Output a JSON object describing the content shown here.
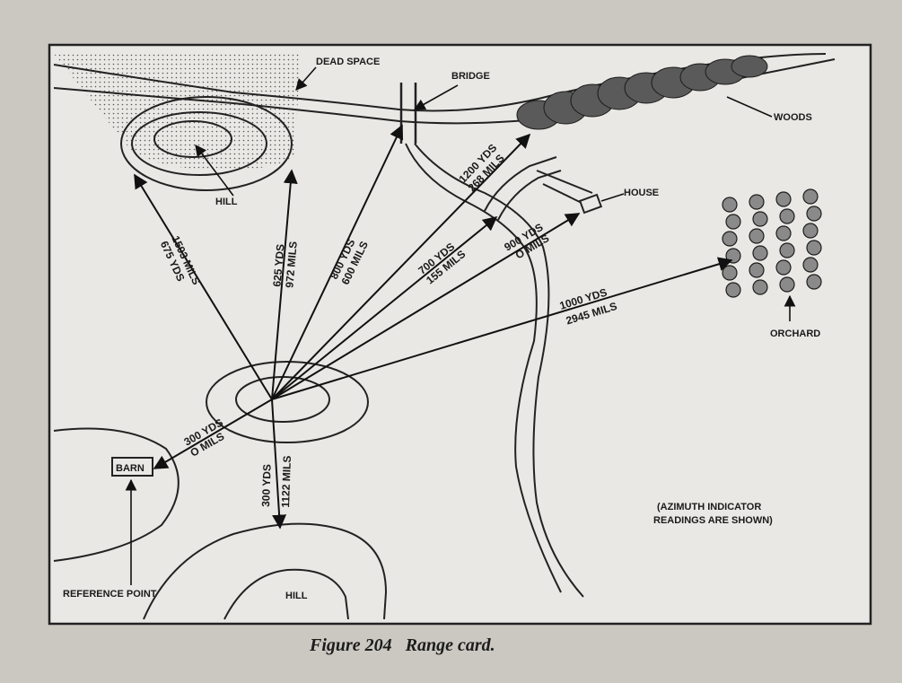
{
  "labels": {
    "dead_space": "DEAD SPACE",
    "bridge": "BRIDGE",
    "woods": "WOODS",
    "house": "HOUSE",
    "hill_top": "HILL",
    "hill_bottom": "HILL",
    "orchard": "ORCHARD",
    "barn": "BARN",
    "reference_point": "REFERENCE POINT",
    "azimuth_note_line1": "(AZIMUTH INDICATOR",
    "azimuth_note_line2": "READINGS ARE SHOWN)"
  },
  "ranges": {
    "barn": {
      "range": "300 YDS",
      "azimuth": "O MILS"
    },
    "hill_left": {
      "range": "675 YDS",
      "azimuth": "1593 MILS"
    },
    "hill_top": {
      "range": "625 YDS",
      "azimuth": "972 MILS"
    },
    "bridge": {
      "range": "800 YDS",
      "azimuth": "600 MILS"
    },
    "woods": {
      "range": "1200 YDS",
      "azimuth": "268 MILS"
    },
    "road_junction": {
      "range": "700 YDS",
      "azimuth": "155 MILS"
    },
    "house": {
      "range": "900 YDS",
      "azimuth": "O MILS"
    },
    "orchard": {
      "range": "1000 YDS",
      "azimuth": "2945 MILS"
    },
    "hill_bottom": {
      "range": "300 YDS",
      "azimuth": "1122 MILS"
    }
  },
  "caption": "Figure 204   Range card."
}
